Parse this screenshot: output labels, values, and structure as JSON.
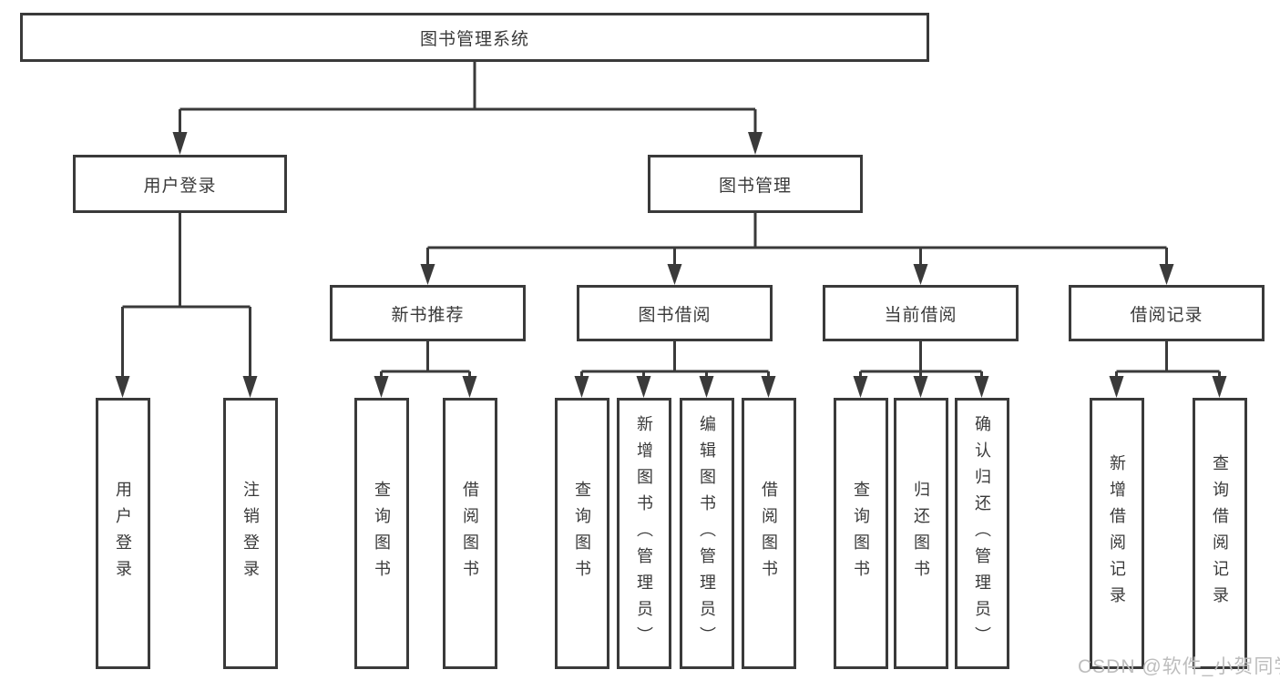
{
  "tree": {
    "label": "图书管理系统",
    "children": [
      {
        "label": "用户登录",
        "children": [
          {
            "label": "用户登录"
          },
          {
            "label": "注销登录"
          }
        ]
      },
      {
        "label": "图书管理",
        "children": [
          {
            "label": "新书推荐",
            "children": [
              {
                "label": "查询图书"
              },
              {
                "label": "借阅图书"
              }
            ]
          },
          {
            "label": "图书借阅",
            "children": [
              {
                "label": "查询图书"
              },
              {
                "label": "新增图书（管理员）"
              },
              {
                "label": "编辑图书（管理员）"
              },
              {
                "label": "借阅图书"
              }
            ]
          },
          {
            "label": "当前借阅",
            "children": [
              {
                "label": "查询图书"
              },
              {
                "label": "归还图书"
              },
              {
                "label": "确认归还（管理员）"
              }
            ]
          },
          {
            "label": "借阅记录",
            "children": [
              {
                "label": "新增借阅记录"
              },
              {
                "label": "查询借阅记录"
              }
            ]
          }
        ]
      }
    ]
  },
  "watermark": {
    "text": "CSDN @软件_小贺同学"
  },
  "colors": {
    "line": "#3a3a3a",
    "text": "#3a3a3a",
    "watermark": "#bdbdbd",
    "background": "#ffffff"
  }
}
